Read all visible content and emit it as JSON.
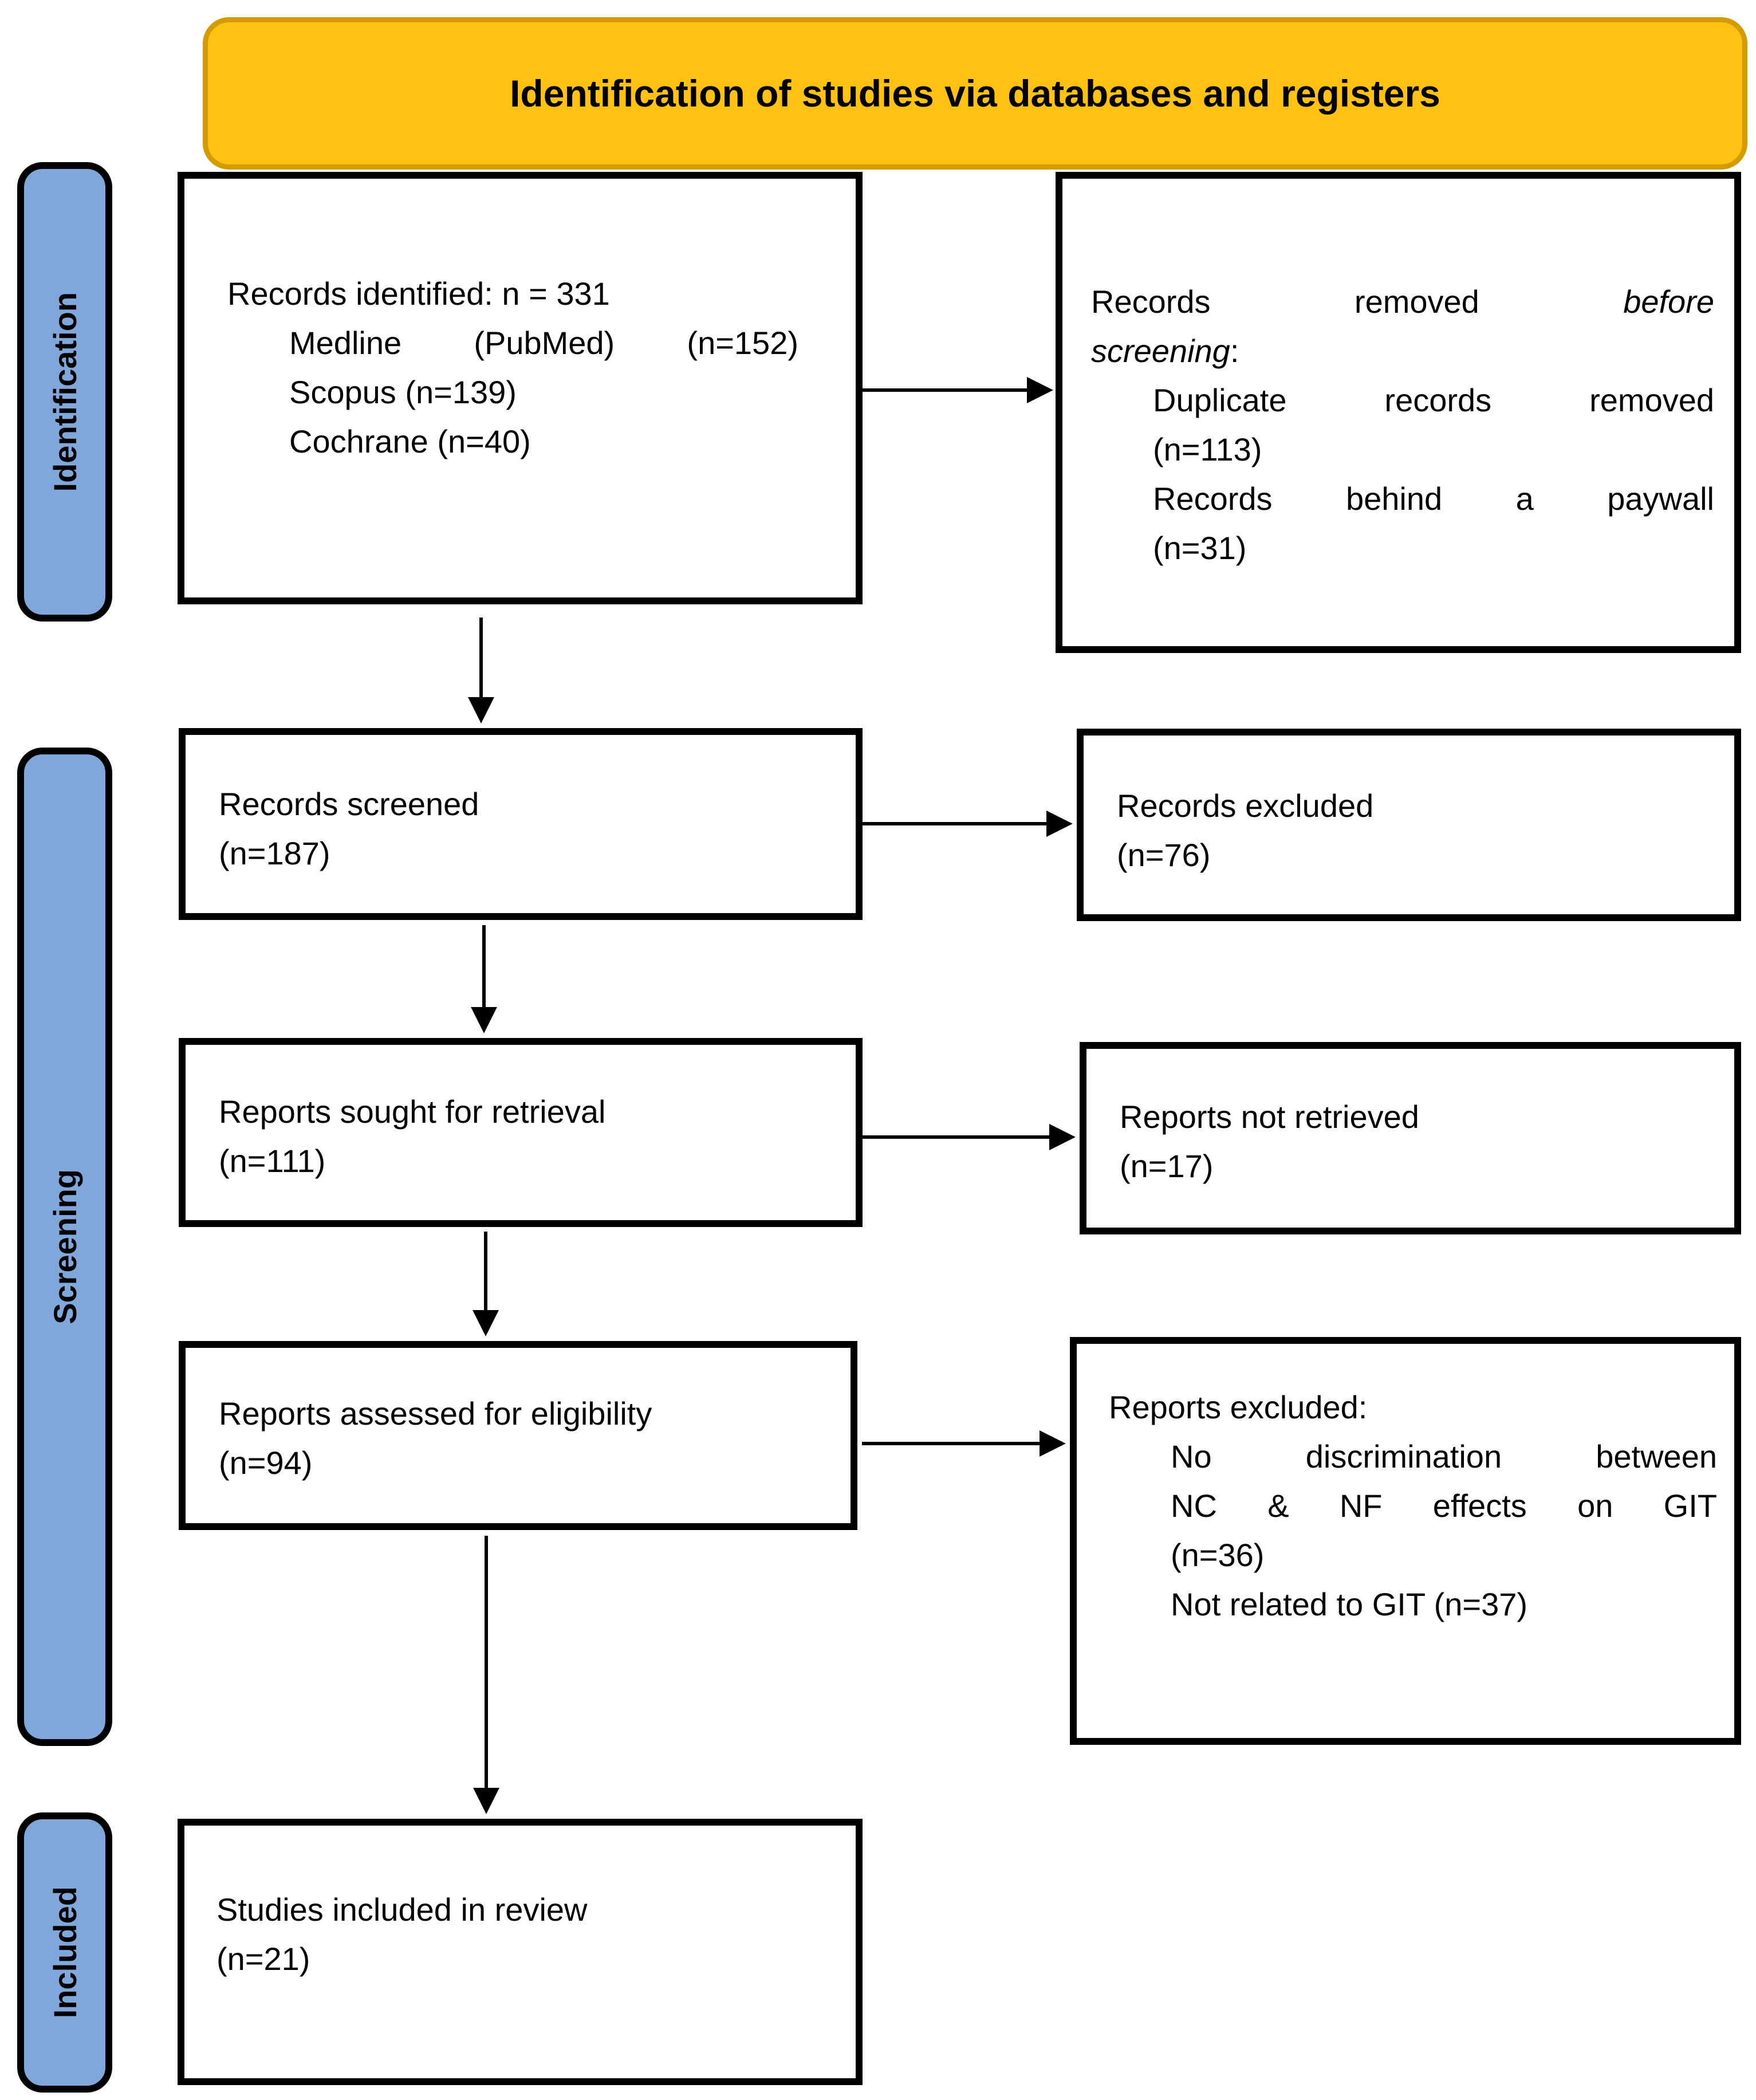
{
  "title": {
    "text": "Identification of studies via databases and registers"
  },
  "sidebar": {
    "items": [
      {
        "id": "identification",
        "label": "Identification"
      },
      {
        "id": "screening",
        "label": "Screening"
      },
      {
        "id": "included",
        "label": "Included"
      }
    ]
  },
  "colors": {
    "title_fill": "#FFC112",
    "title_border": "#D49B00",
    "stage_fill": "#7FA7DA",
    "stage_border": "#000000",
    "box_border": "#000000",
    "arrow_color": "#000000",
    "text_color": "#000000",
    "background": "#FFFFFF"
  },
  "boxes": {
    "records_identified": {
      "lines": [
        {
          "text": "Records identified: n = 331"
        },
        {
          "text": "Medline (PubMed) (n=152)",
          "indent": true,
          "stretch": true
        },
        {
          "text": "Scopus (n=139)",
          "indent": true
        },
        {
          "text": "Cochrane (n=40)",
          "indent": true
        }
      ]
    },
    "records_removed": {
      "lines": [
        {
          "runs": [
            {
              "t": "Records removed "
            },
            {
              "t": "before",
              "i": true
            }
          ],
          "stretch": true
        },
        {
          "runs": [
            {
              "t": "screening",
              "i": true
            },
            {
              "t": ":"
            }
          ]
        },
        {
          "text": "Duplicate records removed",
          "indent": true,
          "stretch": true
        },
        {
          "text": "(n=113)",
          "indent": true
        },
        {
          "text": "Records behind a paywall",
          "indent": true,
          "stretch": true
        },
        {
          "text": "(n=31)",
          "indent": true
        }
      ]
    },
    "records_screened": {
      "lines": [
        {
          "text": "Records screened"
        },
        {
          "text": "(n=187)"
        }
      ]
    },
    "records_excluded": {
      "lines": [
        {
          "text": "Records excluded"
        },
        {
          "text": "(n=76)"
        }
      ]
    },
    "reports_sought": {
      "lines": [
        {
          "text": "Reports sought for retrieval"
        },
        {
          "text": "(n=111)"
        }
      ]
    },
    "reports_not_retrieved": {
      "lines": [
        {
          "text": "Reports not retrieved"
        },
        {
          "text": "(n=17)"
        }
      ]
    },
    "reports_assessed": {
      "lines": [
        {
          "text": "Reports assessed for eligibility"
        },
        {
          "text": "(n=94)"
        }
      ]
    },
    "reports_excluded": {
      "lines": [
        {
          "text": "Reports excluded:"
        },
        {
          "text": "No discrimination between",
          "indent": true,
          "stretch": true
        },
        {
          "text": "NC & NF effects on GIT",
          "indent": true,
          "stretch": true
        },
        {
          "text": "(n=36)",
          "indent": true
        },
        {
          "text": "Not related to GIT (n=37)",
          "indent": true
        }
      ]
    },
    "studies_included": {
      "lines": [
        {
          "text": "Studies included in review"
        },
        {
          "text": "(n=21)"
        }
      ]
    }
  }
}
